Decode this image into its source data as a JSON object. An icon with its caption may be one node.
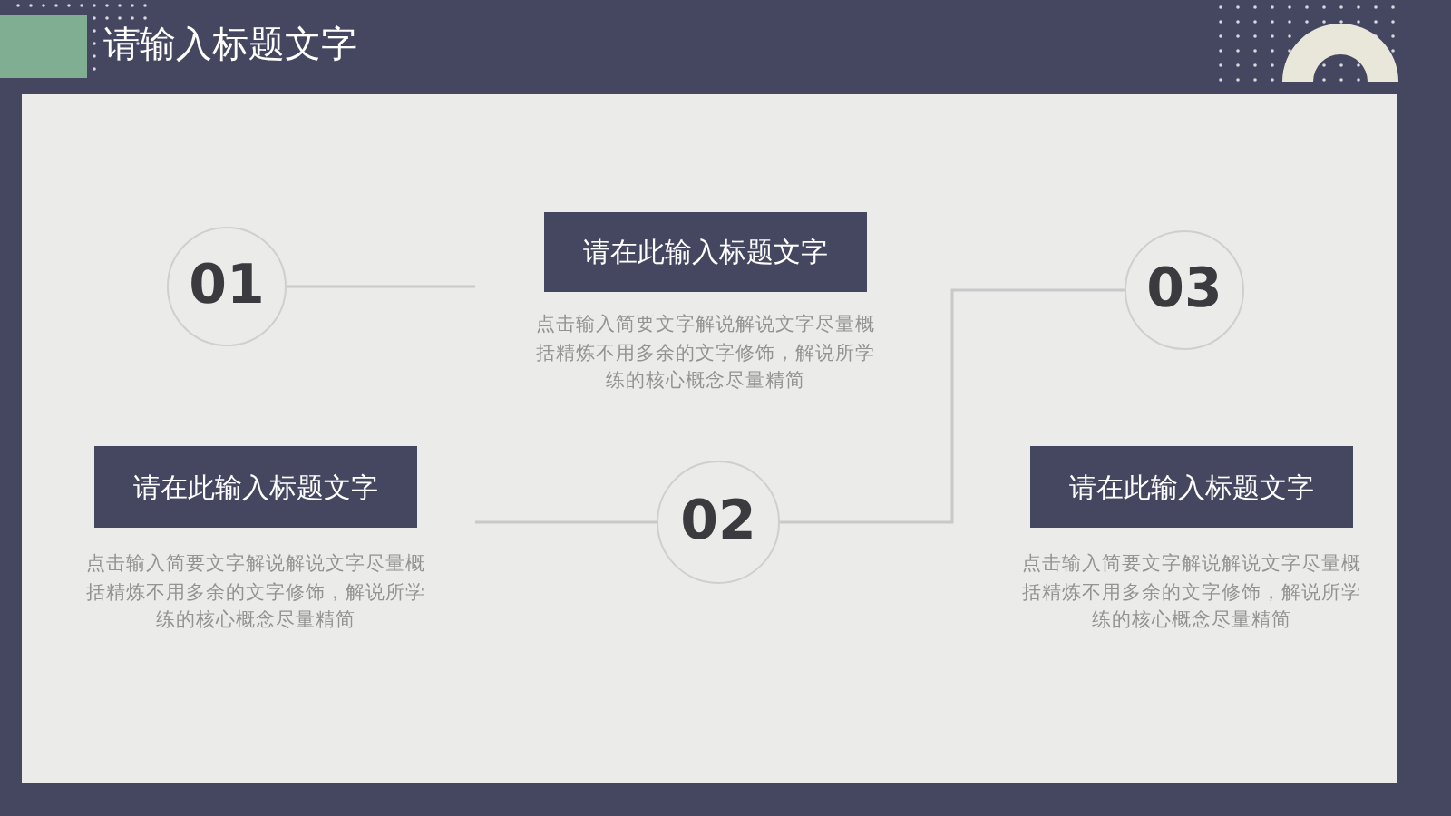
{
  "diagram": {
    "title": "请输入标题文字",
    "nodes": [
      {
        "text": [
          "01"
        ]
      },
      {
        "text": [
          "请在此输入标题文字"
        ],
        "beside": [
          "点击输入简要文字解说解说文字尽量概括精炼不用多余的文字修饰，解说所学练的核心概念尽量精简"
        ]
      },
      {
        "text": [
          "03"
        ]
      },
      {
        "text": [
          "请在此输入标题文字"
        ],
        "beside": [
          "点击输入简要文字解说解说文字尽量概括精炼不用多余的文字修饰，解说所学练的核心概念尽量精简"
        ]
      },
      {
        "text": [
          "02"
        ]
      },
      {
        "text": [
          "请在此输入标题文字"
        ],
        "beside": [
          "点击输入简要文字解说解说文字尽量概括精炼不用多余的文字修饰，解说所学练的核心概念尽量精简"
        ]
      }
    ],
    "edges": [
      {
        "from": 0,
        "to": null,
        "arrow": "none"
      },
      {
        "from": 4,
        "to": null,
        "arrow": "none"
      },
      {
        "from": 4,
        "to": 2,
        "arrow": "none"
      }
    ]
  }
}
